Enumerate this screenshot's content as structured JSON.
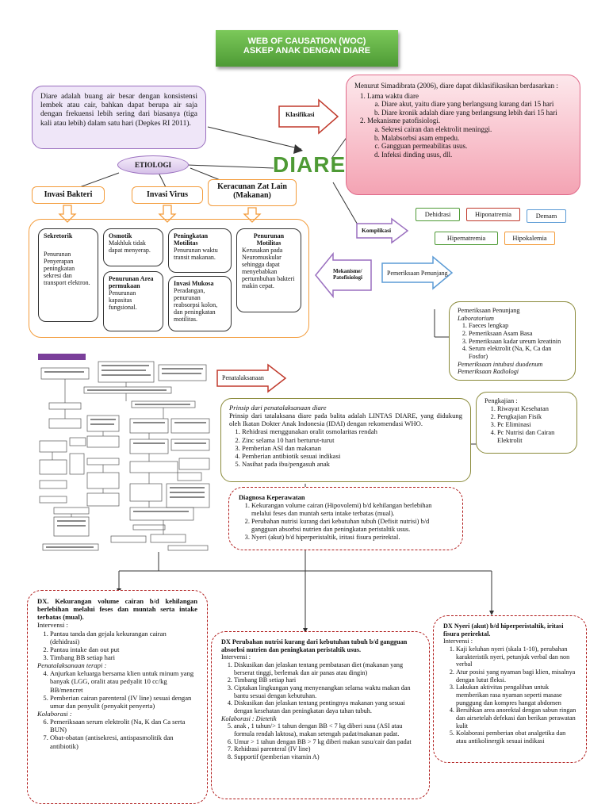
{
  "header": {
    "line1": "WEB OF CAUSATION (WOC)",
    "line2": "ASKEP ANAK DENGAN DIARE"
  },
  "definition": "Diare adalah buang air besar dengan konsistensi lembek atau cair, bahkan dapat berupa air saja dengan frekuensi lebih sering dari biasanya (tiga kali atau lebih) dalam satu hari (Depkes RI 2011).",
  "center": "DIARE",
  "etiologi": "ETIOLOGI",
  "causes": {
    "bakteri": "Invasi Bakteri",
    "virus": "Invasi Virus",
    "keracunan": "Keracunan Zat Lain (Makanan)"
  },
  "mechanisms": {
    "sekretorik_title": "Sekretorik",
    "sekretorik_text": "Penurunan Penyerapan peningkatan sekresi dan transport elektron.",
    "osmotik_title": "Osmotik",
    "osmotik_text": "Makhluk tidak dapat menyerap.",
    "area_title": "Penurunan Area permukaan",
    "area_text": "Penurunan kapasitas fungsional.",
    "motilitas_title": "Peningkatan Motilitas",
    "motilitas_text": "Penurunan waktu transit makanan.",
    "mukosa_title": "Invasi Mukosa",
    "mukosa_text": "Peradangan, penurunan reabsorpsi kolon, dan peningkatan motilitas.",
    "neuro_title": "Penurunan Motilitas",
    "neuro_text": "Kerusakan pada Neuromuskular sehingga dapat menyebabkan pertumbuhan bakteri makin cepat."
  },
  "labels": {
    "klasifikasi": "Klasifikasi",
    "komplikasi": "Komplikasi",
    "mekanisme": "Mekanisme/ Patofisiologi",
    "penunjang": "Pemeriksaan Penunjang",
    "penatalaksanaan": "Penatalaksanaan"
  },
  "klasifikasi": {
    "intro": "Menurut Simadibrata (2006), diare dapat diklasifikasikan berdasarkan :",
    "items": [
      {
        "title": "Lama waktu diare",
        "subs": [
          "Diare akut, yaitu diare yang berlangsung kurang dari 15 hari",
          "Diare kronik adalah diare yang berlangsung lebih dari 15 hari"
        ]
      },
      {
        "title": "Mekanisme patofisiologi.",
        "subs": [
          "Sekresi cairan dan elektrolit meninggi.",
          "Malabsorbsi asam empedu.",
          "Gangguan permeabilitas usus.",
          "Infeksi dinding usus, dll."
        ]
      }
    ]
  },
  "komplikasi": [
    "Dehidrasi",
    "Hiponatremia",
    "Demam",
    "Hipernatremia",
    "Hipokalemia"
  ],
  "pemeriksaan": {
    "title": "Pemeriksaan Penunjang",
    "sub": "Laboratorium",
    "items": [
      "Faeces lengkap",
      "Pemeriksaan Asam Basa",
      "Pemeriksaan kadar ureum kreatinin",
      "Serum elektrolit (Na, K, Ca dan Fosfor)"
    ],
    "extra1": "Pemeriksaan intubasi duodenum",
    "extra2": "Pemeriksaan Radiologi"
  },
  "pengkajian": {
    "title": "Pengkajian :",
    "items": [
      "Riwayat Kesehatan",
      "Pengkajian Fisik",
      "Pc Eliminasi",
      "Pc Nutrisi dan Cairan Elektrolit"
    ]
  },
  "prinsip": {
    "title": "Prinsip dari penatalaksanaan diare",
    "intro": "Prinsip dari tatalaksana diare pada balita adalah LINTAS DIARE, yang didukung oleh Ikatan Dokter Anak Indonesia (IDAI) dengan rekomendasi WHO.",
    "items": [
      "Rehidrasi menggunakan oralit osmolaritas rendah",
      "Zinc selama 10 hari berturut-turut",
      "Pemberian ASI dan makanan",
      "Pemberian antibiotik sesuai indikasi",
      "Nasihat pada ibu/pengasuh anak"
    ]
  },
  "diagnosa": {
    "title": "Diagnosa Keperawatan",
    "items": [
      "Kekurangan volume cairan (Hipovolemi) b/d kehilangan berlebihan melalui feses dan muntah serta intake terbatas (mual).",
      "Perubahan nutrisi kurang dari kebutuhan tubuh (Defisit nutrisi) b/d gangguan absorbsi nutrien dan peningkatan peristaltik usus.",
      "Nyeri (akut) b/d hiperperistaltik, iritasi fisura perirektal."
    ]
  },
  "dx1": {
    "title": "DX. Kekurangan volume cairan b/d kehilangan berlebihan melalui feses dan muntah serta intake terbatas (mual).",
    "intervensi": "Intervensi :",
    "a": [
      "Pantau tanda dan gejala kekurangan cairan (dehidrasi)",
      "Pantau intake dan out put",
      "Timbang BB setiap hari"
    ],
    "pen": "Penatalaksanaan terapi :",
    "b": [
      "Anjurkan keluarga bersama klien untuk minum yang banyak (LGG, oralit atau pedyalit 10 cc/kg BB/mencret",
      "Pemberian cairan parenteral (IV line) sesuai dengan umur dan penyulit (penyakit penyerta)"
    ],
    "kol": "Kolaborasi :",
    "c": [
      "Pemeriksaan serum elektrolit (Na, K dan Ca serta BUN)",
      "Obat-obatan (antisekresi, antispasmolitik dan antibiotik)"
    ]
  },
  "dx2": {
    "title": "DX Perubahan nutrisi kurang dari kebutuhan tubuh b/d gangguan absorbsi nutrien dan peningkatan peristaltik usus.",
    "intervensi": "Intervensi :",
    "a": [
      "Diskusikan dan jelaskan tentang pembatasan diet (makanan yang berserat tinggi, berlemak dan air panas atau dingin)",
      "Timbang BB setiap hari",
      "Ciptakan lingkungan yang menyenangkan selama waktu makan dan bantu sesuai dengan kebutuhan.",
      "Diskusikan dan jelaskan tentang pentingnya makanan yang sesuai dengan kesehatan dan peningkatan daya tahan tubuh."
    ],
    "kol": "Kolaborasi : Dietetik",
    "b": [
      "anak , 1 tahun/> 1 tahun dengan BB < 7 kg diberi susu (ASI atau formula rendah laktosa), makan setengah padat/makanan padat.",
      "Umur > 1 tahun dengan BB > 7 kg diberi makan susu/cair dan padat",
      "Rehidrasi parenteral (IV line)",
      "Supportif (pemberian vitamin A)"
    ]
  },
  "dx3": {
    "title": "DX Nyeri (akut) b/d hiperperistaltik, iritasi fisura perirektal.",
    "intervensi": "Intervensi :",
    "a": [
      "Kaji keluhan nyeri (skala 1-10), perubahan karakteristik nyeri, petunjuk verbal dan non verbal",
      "Atur posisi yang nyaman bagi klien, misalnya dengan lutut fleksi.",
      "Lakukan aktivitas pengalihan untuk memberikan rasa nyaman seperti masase punggung dan kompres hangat abdomen",
      "Bersihkan area anorektal dengan sabun ringan dan airsetelah defekasi dan berikan perawatan kulit",
      "Kolaborasi pemberian obat analgetika dan atau antikolinergik sesuai indikasi"
    ]
  },
  "colors": {
    "green": "#4e9a35",
    "pink": "#f4a3b3",
    "purple": "#9a6fbf",
    "orange": "#f39c3b",
    "red": "#c0392b",
    "blue": "#5b9bd5",
    "dashred": "#b01a1a"
  }
}
